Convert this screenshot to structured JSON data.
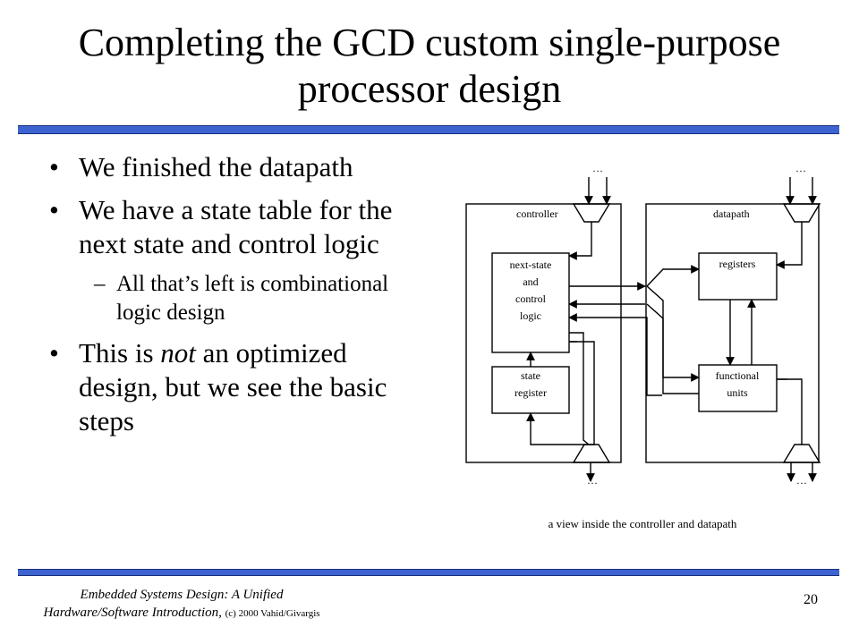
{
  "slide": {
    "title": "Completing the GCD custom single-purpose processor design",
    "bullets": [
      {
        "pre": "We finished the datapath",
        "em": "",
        "post": ""
      },
      {
        "pre": "We have a state table for the next state and control logic",
        "em": "",
        "post": ""
      }
    ],
    "sub_bullet": "All that’s left is combinational logic design",
    "last_bullet": {
      "pre": "This is ",
      "em": "not",
      "post": " an optimized design, but we see the basic steps"
    },
    "footer": {
      "line1": "Embedded Systems Design: A Unified",
      "line2": "Hardware/Software Introduction,",
      "copyright": "(c) 2000 Vahid/Givargis"
    },
    "page_number": "20"
  },
  "diagram": {
    "controller_label": "controller",
    "datapath_label": "datapath",
    "next_state_lines": [
      "next-state",
      "and",
      "control",
      "logic"
    ],
    "state_register_lines": [
      "state",
      "register"
    ],
    "registers_label": "registers",
    "functional_units_lines": [
      "functional",
      "units"
    ],
    "ellipsis": "…",
    "caption": "a view inside the controller and datapath"
  }
}
